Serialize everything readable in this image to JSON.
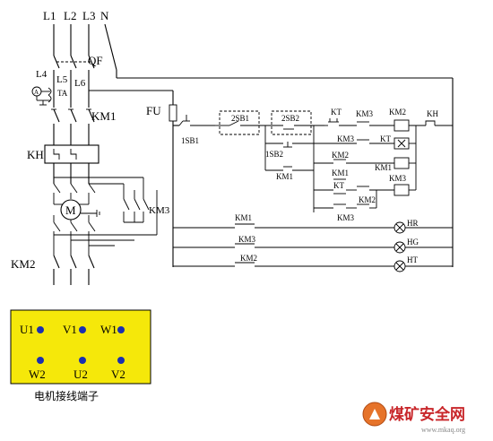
{
  "power": {
    "l1": "L1",
    "l2": "L2",
    "l3": "L3",
    "n": "N"
  },
  "main": {
    "qf": "QF",
    "l4": "L4",
    "l5": "L5",
    "l6": "L6",
    "ta": "TA",
    "km1": "KM1",
    "kh": "KH",
    "km3": "KM3",
    "km2": "KM2",
    "motor": "M"
  },
  "control": {
    "fu": "FU",
    "sb1": "1SB1",
    "sb2_box": "2SB2",
    "sb1_box": "2SB1",
    "sb2": "1SB2",
    "kt": "KT",
    "km3_a": "KM3",
    "km2_a": "KM2",
    "kh": "KH",
    "km3_b": "KM3",
    "kt_coil": "KT",
    "km2_b": "KM2",
    "km1_coil": "KM1",
    "km1_hold": "KM1",
    "km1_side": "KM1",
    "kt_b": "KT",
    "km3_coil": "KM3",
    "km2_c": "KM2",
    "km3_c": "KM3"
  },
  "lamps": [
    {
      "contact": "KM1",
      "lamp": "HR"
    },
    {
      "contact": "KM3",
      "lamp": "HG"
    },
    {
      "contact": "KM2",
      "lamp": "HT"
    }
  ],
  "terminal": {
    "top": [
      "U1",
      "V1",
      "W1"
    ],
    "bottom": [
      "W2",
      "U2",
      "V2"
    ],
    "caption": "电机接线端子",
    "box_color": "#f5e80a",
    "dot_color": "#1a2fb0"
  },
  "watermark": {
    "brand": "煤矿安全网",
    "url": "www.mkaq.org"
  }
}
